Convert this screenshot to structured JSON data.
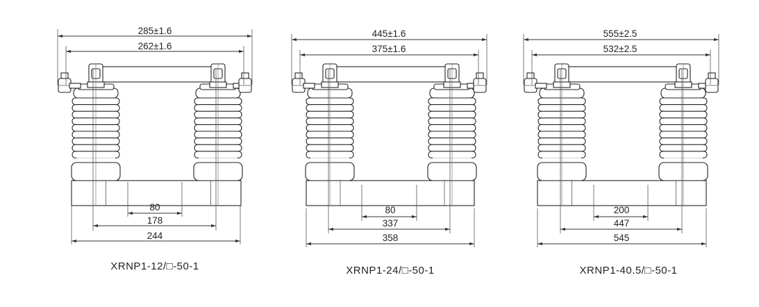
{
  "drawings": [
    {
      "model": "XRNP1-12/□-50-1",
      "overall_length": "285±1.6",
      "tube_length": "262±1.6",
      "inner_spacing": "80",
      "center_spacing": "178",
      "base_length": "244"
    },
    {
      "model": "XRNP1-24/□-50-1",
      "overall_length": "445±1.6",
      "tube_length": "375±1.6",
      "inner_spacing": "80",
      "center_spacing": "337",
      "base_length": "358"
    },
    {
      "model": "XRNP1-40.5/□-50-1",
      "overall_length": "555±2.5",
      "tube_length": "532±2.5",
      "inner_spacing": "200",
      "center_spacing": "447",
      "base_length": "545"
    }
  ]
}
